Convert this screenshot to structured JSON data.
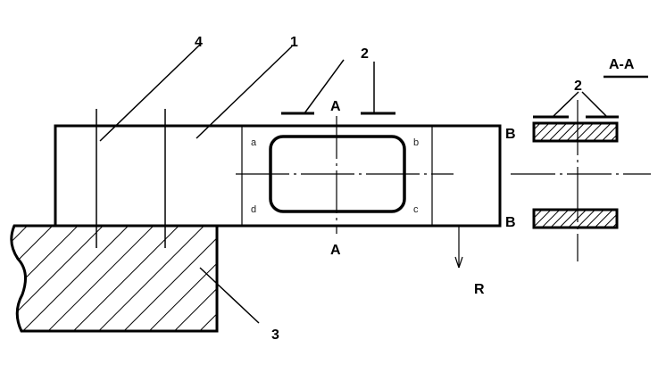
{
  "diagram": {
    "callouts": {
      "part_1": "1",
      "part_2": "2",
      "part_3": "3",
      "part_4": "4"
    },
    "section_marks": {
      "cut_top": "A",
      "cut_bottom": "A",
      "side_top": "B",
      "side_bottom": "B"
    },
    "force_label": "R",
    "section_view": {
      "title": "A-A",
      "callout": "2"
    },
    "corner_labels": {
      "a": "a",
      "b": "b",
      "c": "c",
      "d": "d"
    }
  }
}
